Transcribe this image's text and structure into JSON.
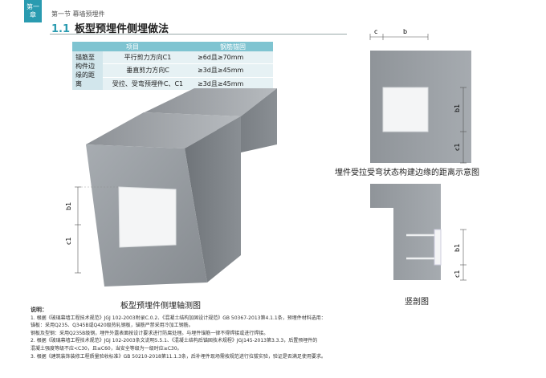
{
  "chapter_tab": "第一章",
  "section_label": "第一节  幕墙预埋件",
  "title": {
    "number": "1.1",
    "text": "板型预埋件侧埋做法"
  },
  "table": {
    "headers": [
      "项目",
      "钢筋锚固"
    ],
    "row_group_label": "锚筋至构件边缘的距离",
    "rows": [
      {
        "item": "平行剪力方向C1",
        "value": "≥6d且≥70mm"
      },
      {
        "item": "垂直剪力方向C",
        "value": "≥3d且≥45mm"
      },
      {
        "item": "受拉、受弯预埋件C、C1",
        "value": "≥3d且≥45mm"
      }
    ]
  },
  "dims": {
    "c": "c",
    "b": "b",
    "b1": "b1",
    "c1": "c1"
  },
  "captions": {
    "axonometric": "板型预埋件侧埋轴测图",
    "edge_distance": "埋件受拉受弯状态构建边缘的距离示意图",
    "section": "竖剖图"
  },
  "notes": {
    "label": "说明：",
    "lines": [
      "1. 根据《玻璃幕墙工程技术规范》JGJ 102-2003附录C.0.2、《混凝土结构加固设计规范》GB 50367-2013第4.1.1条，预埋件材料选用：",
      "   锚板：采用Q235、Q345B或Q420级热轧钢板，锚筋严禁采用冷加工钢筋。",
      "   钢板及型钢：采用Q235B级钢，埋件外露表面按设计要求进行防腐处理。与埋件锚筋一律不得焊接或进行焊接。",
      "2. 根据《玻璃幕墙工程技术规范》JGJ 102-2003条文说明5.5.1、《混凝土结构后锚固技术规程》JGJ145-2013第3.3.3，后置预埋件的",
      "   混凝土强度等级不应<C30，且≤C60，当安全等级为一级时应≥C30。",
      "3. 根据《建筑装饰装修工程质量验收标准》GB 50210-2018第11.1.3条，后补埋件现场需按规范进行拉拔实验，验证是否满足使用要求。"
    ]
  }
}
